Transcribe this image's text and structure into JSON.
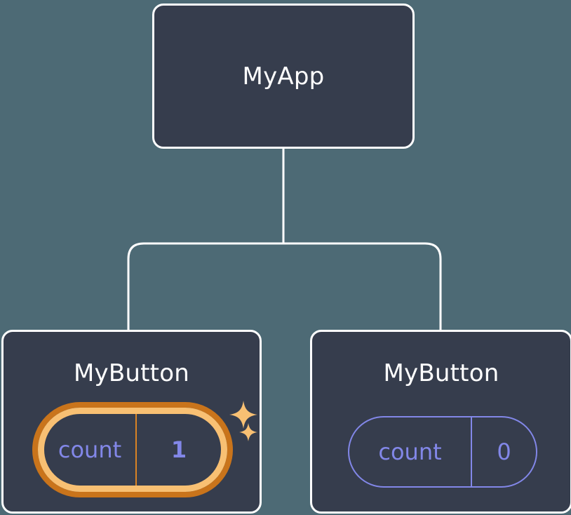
{
  "diagram": {
    "type": "component-tree",
    "background_color": "#4d6a75",
    "card_fill": "#363d4d",
    "card_border_color": "#ffffff",
    "connector_color": "#ffffff",
    "state_color": "#8287e8",
    "highlight_outer_color": "#c9741b",
    "highlight_inner_color": "#f8c073",
    "sparkle_color": "#f8c073"
  },
  "root": {
    "title": "MyApp"
  },
  "children": [
    {
      "title": "MyButton",
      "state": {
        "key": "count",
        "value": "1"
      },
      "highlighted": true,
      "sparkles": true
    },
    {
      "title": "MyButton",
      "state": {
        "key": "count",
        "value": "0"
      },
      "highlighted": false,
      "sparkles": false
    }
  ]
}
